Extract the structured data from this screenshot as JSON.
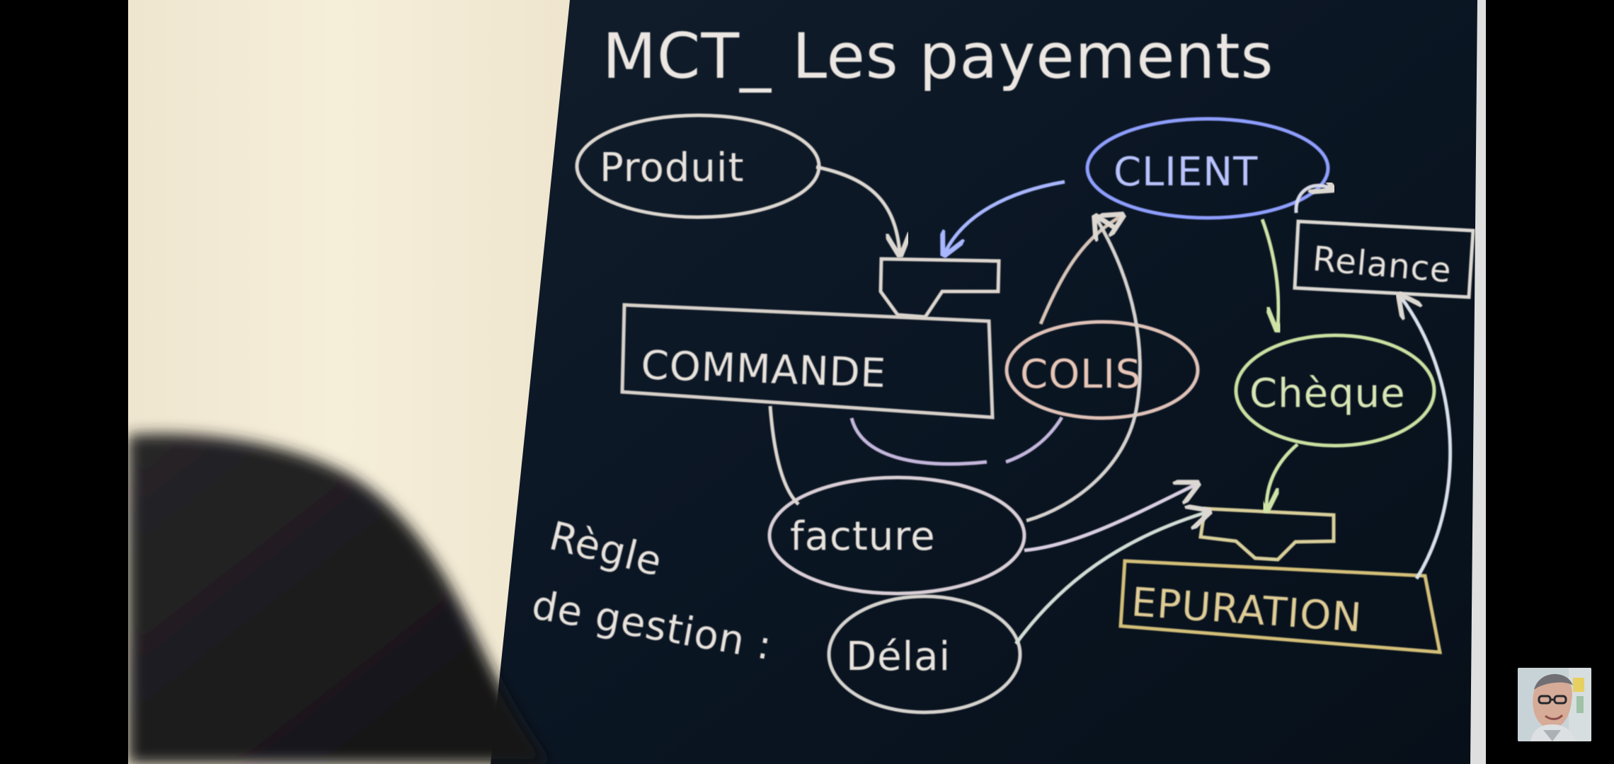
{
  "board": {
    "title": "MCT_ Les payements",
    "nodes": {
      "produit": "Produit",
      "client": "CLIENT",
      "relance": "Relance",
      "commande": "COMMANDE",
      "colis": "COLIS",
      "cheque": "Chèque",
      "facture": "facture",
      "epuration": "EPURATION",
      "delai": "Délai"
    },
    "caption": {
      "line1": "Règle",
      "line2": "de gestion :"
    },
    "colors": {
      "chalk_white": "#e9e3dd",
      "chalk_blue": "#b9c4ff",
      "chalk_green": "#d9e6b5",
      "chalk_amber": "#e0cd96",
      "chalk_peach": "#e8c7b7",
      "board_dark": "#0b1624"
    }
  },
  "scene": {
    "subject": "presenter",
    "pip": "presenter-thumbnail"
  }
}
